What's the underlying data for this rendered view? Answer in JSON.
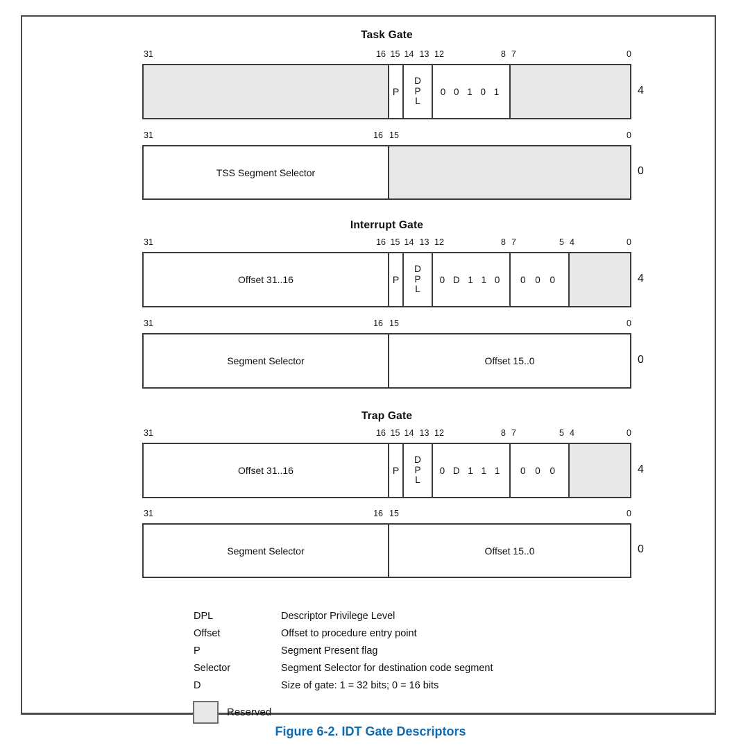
{
  "caption": "Figure 6-2. IDT Gate Descriptors",
  "colors": {
    "reserved_fill": "#e8e8e8",
    "caption_blue": "#0d6cb6",
    "border": "#3a3a3a"
  },
  "gates": [
    {
      "title": "Task Gate",
      "row1": {
        "labels": {
          "b31": "31",
          "b16": "16",
          "b15": "15",
          "b14": "14",
          "b13": "13",
          "b12": "12",
          "b8": "8",
          "b7": "7",
          "b0": "0"
        },
        "p": "P",
        "dpl": "D P L",
        "type_bits": "0 0 1 0 1",
        "byte_offset": "4"
      },
      "row2": {
        "labels": {
          "b31": "31",
          "b16": "16",
          "b15": "15",
          "b0": "0"
        },
        "left_field": "TSS Segment Selector",
        "byte_offset": "0"
      }
    },
    {
      "title": "Interrupt Gate",
      "row1": {
        "labels": {
          "b31": "31",
          "b16": "16",
          "b15": "15",
          "b14": "14",
          "b13": "13",
          "b12": "12",
          "b8": "8",
          "b7": "7",
          "b5": "5",
          "b4": "4",
          "b0": "0"
        },
        "high_field": "Offset 31..16",
        "p": "P",
        "dpl": "D P L",
        "type_bits": "0 D 1 1 0",
        "zero_bits": "0 0 0",
        "byte_offset": "4"
      },
      "row2": {
        "labels": {
          "b31": "31",
          "b16": "16",
          "b15": "15",
          "b0": "0"
        },
        "left_field": "Segment Selector",
        "right_field": "Offset 15..0",
        "byte_offset": "0"
      }
    },
    {
      "title": "Trap Gate",
      "row1": {
        "labels": {
          "b31": "31",
          "b16": "16",
          "b15": "15",
          "b14": "14",
          "b13": "13",
          "b12": "12",
          "b8": "8",
          "b7": "7",
          "b5": "5",
          "b4": "4",
          "b0": "0"
        },
        "high_field": "Offset 31..16",
        "p": "P",
        "dpl": "D P L",
        "type_bits": "0 D 1 1 1",
        "zero_bits": "0 0 0",
        "byte_offset": "4"
      },
      "row2": {
        "labels": {
          "b31": "31",
          "b16": "16",
          "b15": "15",
          "b0": "0"
        },
        "left_field": "Segment Selector",
        "right_field": "Offset 15..0",
        "byte_offset": "0"
      }
    }
  ],
  "legend": {
    "entries": [
      {
        "term": "DPL",
        "definition": "Descriptor Privilege Level"
      },
      {
        "term": "Offset",
        "definition": "Offset to procedure entry point"
      },
      {
        "term": "P",
        "definition": "Segment Present flag"
      },
      {
        "term": "Selector",
        "definition": "Segment Selector for destination code segment"
      },
      {
        "term": "D",
        "definition": "Size of gate: 1 = 32 bits; 0 = 16 bits"
      }
    ],
    "reserved_label": "Reserved"
  }
}
